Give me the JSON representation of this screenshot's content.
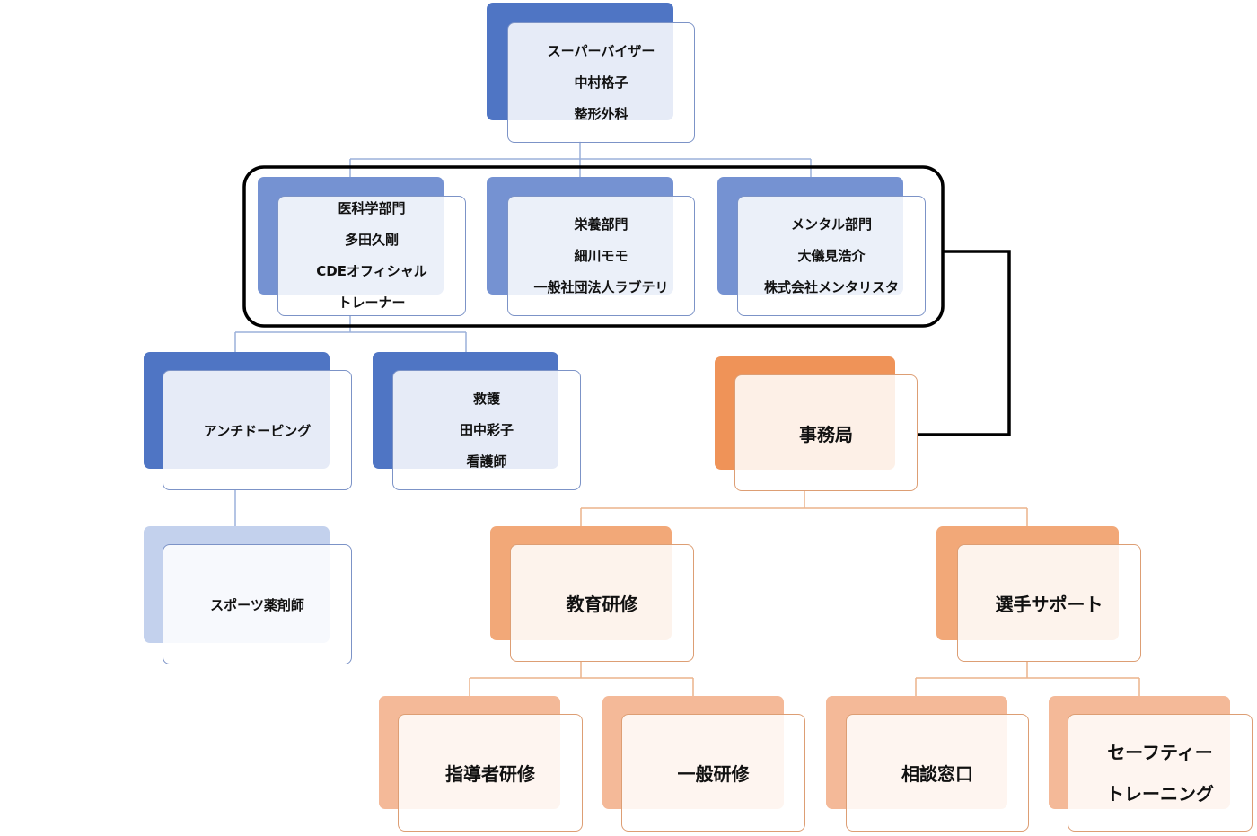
{
  "nodes": {
    "supervisor": [
      "スーパーバイザー",
      "中村格子",
      "整形外科"
    ],
    "medical": [
      "医科学部門",
      "多田久剛",
      "CDEオフィシャル",
      "トレーナー"
    ],
    "nutrition": [
      "栄養部門",
      "細川モモ",
      "一般社団法人ラブテリ"
    ],
    "mental": [
      "メンタル部門",
      "大儀見浩介",
      "株式会社メンタリスタ"
    ],
    "antidoping": [
      "アンチドーピング"
    ],
    "rescue": [
      "救護",
      "田中彩子",
      "看護師"
    ],
    "pharmacist": [
      "スポーツ薬剤師"
    ],
    "secretariat": [
      "事務局"
    ],
    "education": [
      "教育研修"
    ],
    "athlete_support": [
      "選手サポート"
    ],
    "leader_training": [
      "指導者研修"
    ],
    "general_training": [
      "一般研修"
    ],
    "consultation": [
      "相談窓口"
    ],
    "safety_training": [
      "セーフティー",
      "トレーニング"
    ]
  },
  "colors": {
    "blue_dark": "#4f75c4",
    "blue_mid": "#7592d2",
    "blue_light": "#c3d1ed",
    "orange_dark": "#ef9358",
    "orange_mid": "#f2a878",
    "orange_light": "#f4b998",
    "line_blue": "#9bb0da",
    "line_orange": "#ecb38c",
    "group_border": "#000000"
  }
}
